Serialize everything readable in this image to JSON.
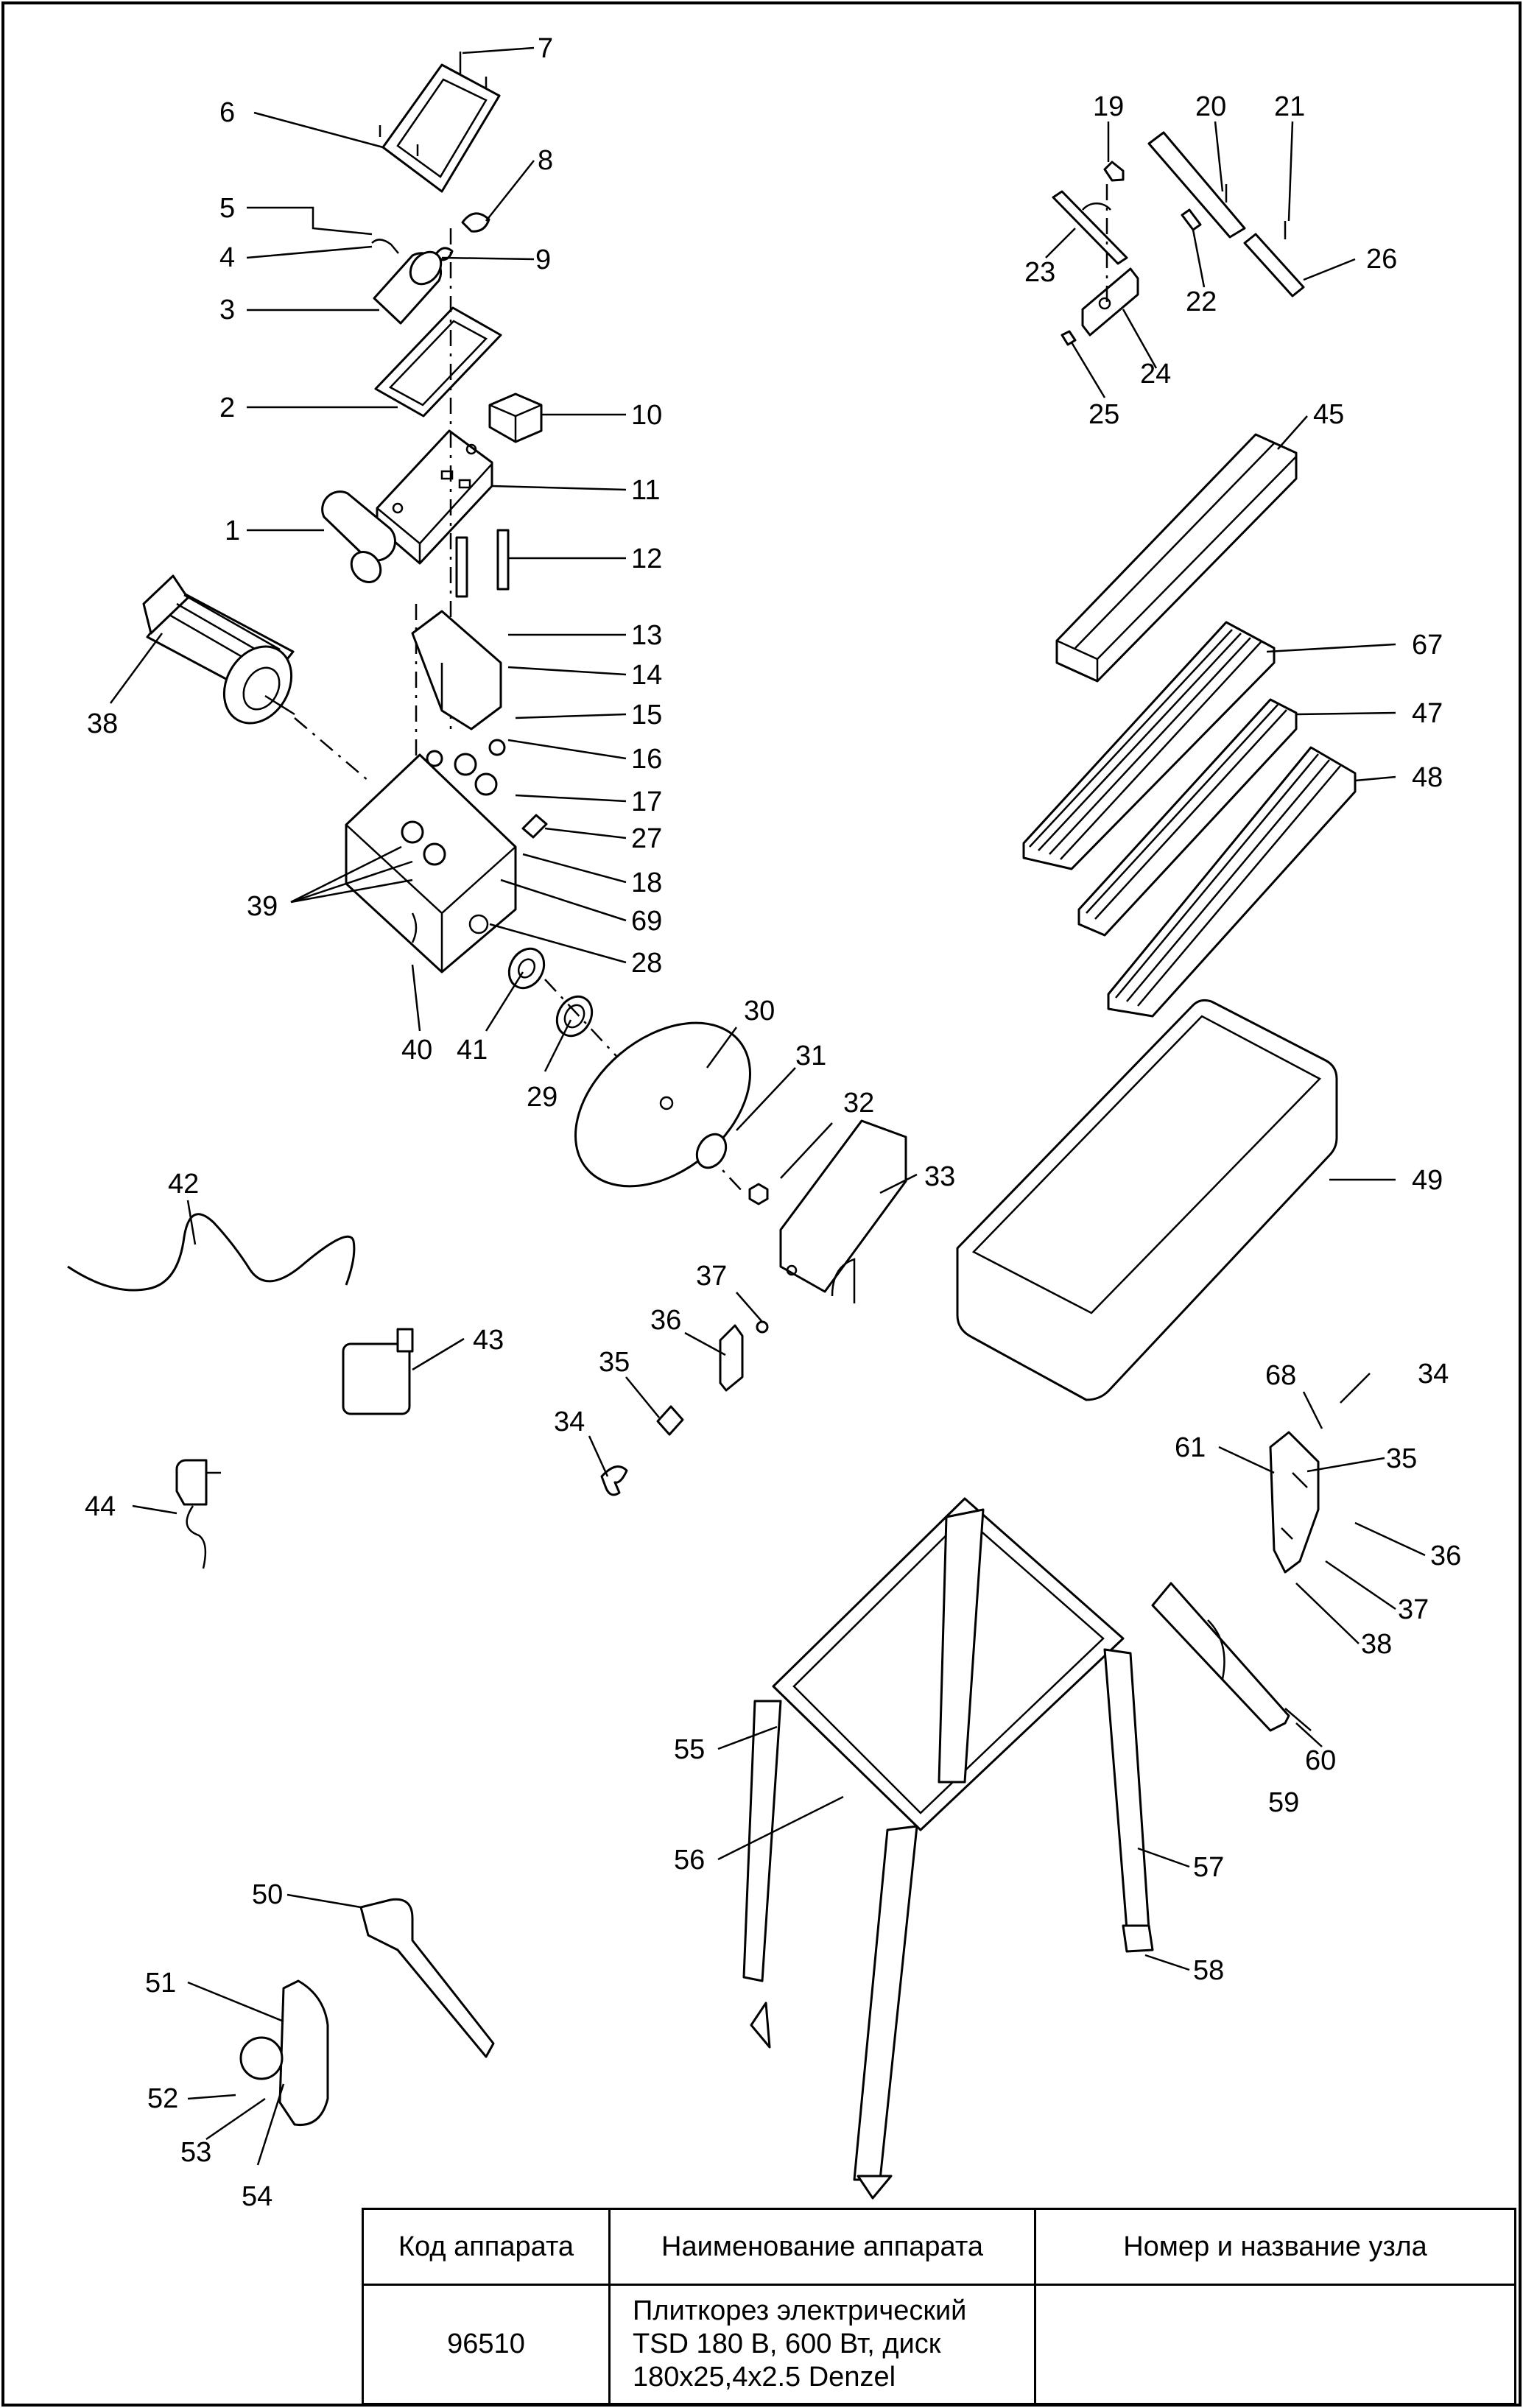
{
  "callouts": [
    "1",
    "2",
    "3",
    "4",
    "5",
    "6",
    "7",
    "8",
    "9",
    "10",
    "11",
    "12",
    "13",
    "14",
    "15",
    "16",
    "17",
    "18",
    "19",
    "20",
    "21",
    "22",
    "23",
    "24",
    "25",
    "26",
    "27",
    "28",
    "29",
    "30",
    "31",
    "32",
    "33",
    "34",
    "35",
    "36",
    "37",
    "38",
    "39",
    "40",
    "41",
    "42",
    "43",
    "44",
    "45",
    "47",
    "48",
    "49",
    "50",
    "51",
    "52",
    "53",
    "54",
    "55",
    "56",
    "57",
    "58",
    "59",
    "60",
    "61",
    "67",
    "68",
    "69"
  ],
  "callouts_second": [
    "34",
    "35",
    "36",
    "37",
    "38"
  ],
  "table": {
    "header": {
      "code": "Код аппарата",
      "name": "Наименование аппарата",
      "node": "Номер и название узла"
    },
    "row": {
      "code": "96510",
      "name_lines": [
        "Плиткорез электрический",
        "TSD 180 В, 600 Вт, диск",
        "180х25,4х2.5 Denzel"
      ],
      "node": ""
    }
  }
}
